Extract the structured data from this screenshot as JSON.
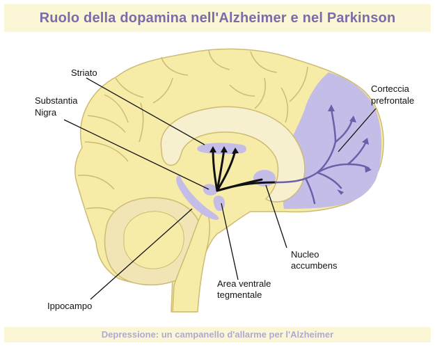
{
  "title": "Ruolo della dopamina nell'Alzheimer e nel Parkinson",
  "footer": "Depressione: un campanello d'allarme per l'Alzheimer",
  "labels": {
    "striato": "Striato",
    "substantia_line1": "Substantia",
    "substantia_line2": "Nigra",
    "corteccia_line1": "Corteccia",
    "corteccia_line2": "prefrontale",
    "nucleo_line1": "Nucleo",
    "nucleo_line2": "accumbens",
    "area_line1": "Area ventrale",
    "area_line2": "tegmentale",
    "ippocampo": "Ippocampo"
  },
  "colors": {
    "brain_fill": "#f7eba8",
    "brain_stroke": "#cdbb73",
    "highlight_purple": "#c4bde8",
    "dopamine_path": "#6a5fa8",
    "title_text": "#7a6ca8",
    "banner_bg": "#fbf7d6"
  }
}
